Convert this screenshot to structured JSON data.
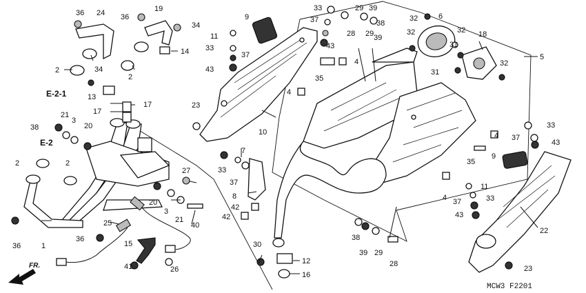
{
  "diagram": {
    "drawing_code": "MCW3 F2201",
    "front_indicator": "FR.",
    "section_refs": [
      "E-2-1",
      "E-2"
    ],
    "part_numbers": [
      "1",
      "2",
      "3",
      "4",
      "5",
      "6",
      "7",
      "8",
      "9",
      "10",
      "11",
      "12",
      "13",
      "14",
      "15",
      "16",
      "17",
      "18",
      "19",
      "20",
      "21",
      "22",
      "23",
      "24",
      "25",
      "26",
      "27",
      "28",
      "29",
      "30",
      "31",
      "32",
      "33",
      "34",
      "35",
      "36",
      "37",
      "38",
      "39",
      "40",
      "41",
      "42",
      "43"
    ]
  }
}
